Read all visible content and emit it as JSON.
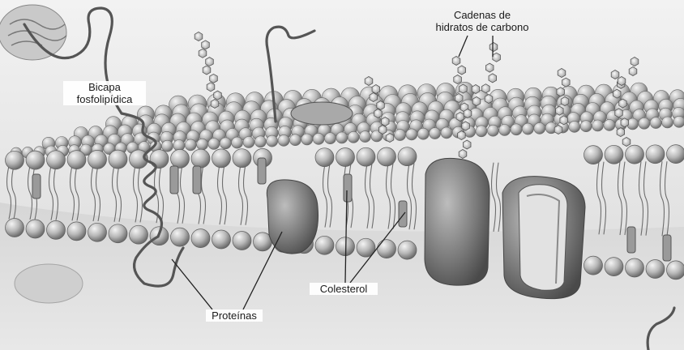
{
  "labels": {
    "bicapa_line1": "Bicapa",
    "bicapa_line2": "fosfolipídica",
    "cadenas_line1": "Cadenas de",
    "cadenas_line2": "hidratos de carbono",
    "proteinas": "Proteínas",
    "colesterol": "Colesterol"
  },
  "colors": {
    "background": "#ffffff",
    "lipid_head": "#b8b8b8",
    "protein": "#7a7a7a",
    "leader_line": "#222222"
  }
}
